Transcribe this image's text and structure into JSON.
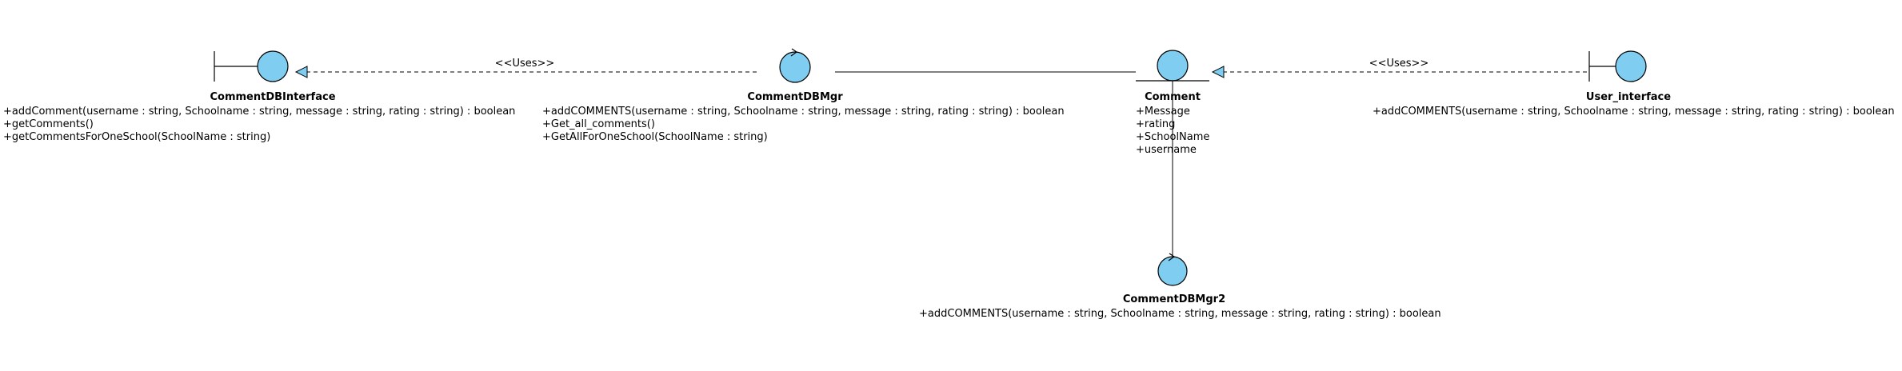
{
  "diagram": {
    "colors": {
      "fill": "#7fcdf0",
      "stroke": "#000000",
      "background": "#ffffff"
    },
    "elements": [
      {
        "id": "comment_db_interface",
        "kind": "boundary",
        "name": "CommentDBInterface",
        "attributes": [],
        "operations": [
          "+addComment(username : string, Schoolname : string, message : string, rating : string) : boolean",
          "+getComments()",
          "+getCommentsForOneSchool(SchoolName : string)"
        ]
      },
      {
        "id": "comment_db_mgr",
        "kind": "control",
        "name": "CommentDBMgr",
        "attributes": [],
        "operations": [
          "+addCOMMENTS(username : string, Schoolname : string, message : string, rating : string) : boolean",
          "+Get_all_comments()",
          "+GetAllForOneSchool(SchoolName : string)"
        ]
      },
      {
        "id": "comment",
        "kind": "entity",
        "name": "Comment",
        "attributes": [
          "+Message",
          "+rating",
          "+SchoolName",
          "+username"
        ],
        "operations": []
      },
      {
        "id": "user_interface",
        "kind": "boundary",
        "name": "User_interface",
        "attributes": [],
        "operations": [
          "+addCOMMENTS(username : string, Schoolname : string, message : string, rating : string) : boolean"
        ]
      },
      {
        "id": "comment_db_mgr2",
        "kind": "control",
        "name": "CommentDBMgr2",
        "attributes": [],
        "operations": [
          "+addCOMMENTS(username : string, Schoolname : string, message : string, rating : string) : boolean"
        ]
      }
    ],
    "relations": [
      {
        "id": "uses_1",
        "from": "comment_db_mgr",
        "to": "comment_db_interface",
        "type": "dependency",
        "label": "<<Uses>>"
      },
      {
        "id": "assoc_1",
        "from": "comment_db_mgr",
        "to": "comment",
        "type": "association",
        "label": ""
      },
      {
        "id": "uses_2",
        "from": "user_interface",
        "to": "comment",
        "type": "dependency",
        "label": "<<Uses>>"
      },
      {
        "id": "assoc_2",
        "from": "comment",
        "to": "comment_db_mgr2",
        "type": "association",
        "label": ""
      }
    ]
  }
}
